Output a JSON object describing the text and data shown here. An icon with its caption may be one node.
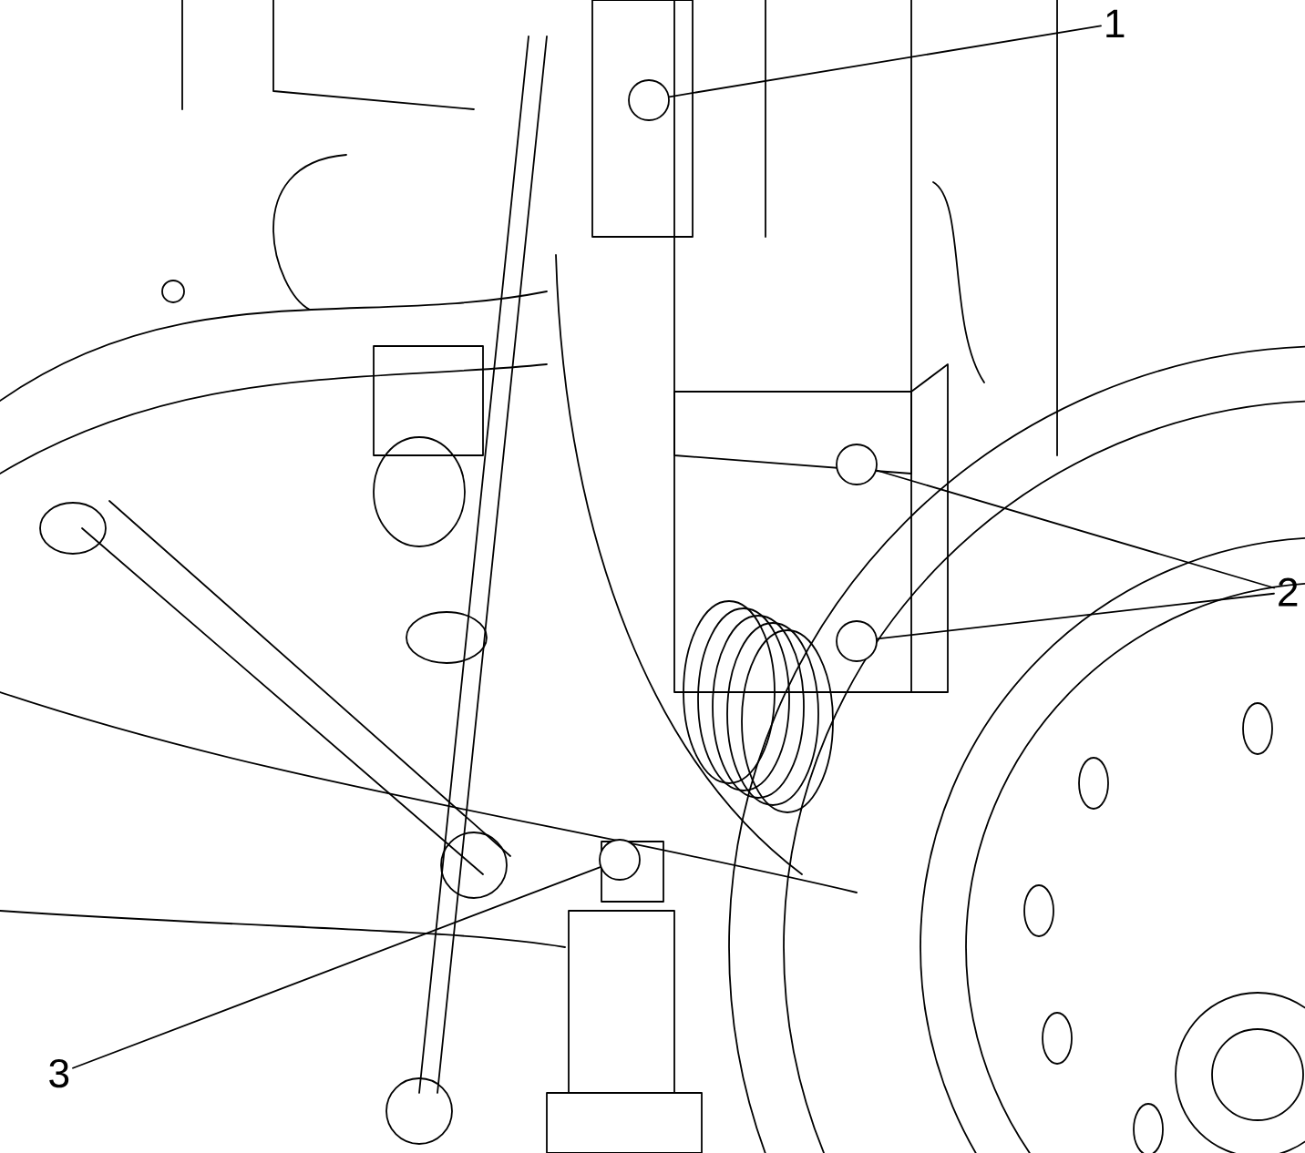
{
  "diagram": {
    "nodes": [
      {
        "text": [
          "1"
        ]
      },
      {
        "text": [],
        "shape": "circle"
      },
      {
        "text": [
          "2"
        ]
      },
      {
        "text": [],
        "shape": "circle"
      },
      {
        "text": [],
        "shape": "circle"
      },
      {
        "text": [
          "3"
        ]
      },
      {
        "text": [],
        "shape": "circle"
      }
    ],
    "edges": [
      {
        "from": 0,
        "to": 1,
        "arrow": "none"
      },
      {
        "from": 2,
        "to": 3,
        "arrow": "none"
      },
      {
        "from": 2,
        "to": 4,
        "arrow": "none"
      },
      {
        "from": 5,
        "to": 6,
        "arrow": "none"
      }
    ]
  }
}
